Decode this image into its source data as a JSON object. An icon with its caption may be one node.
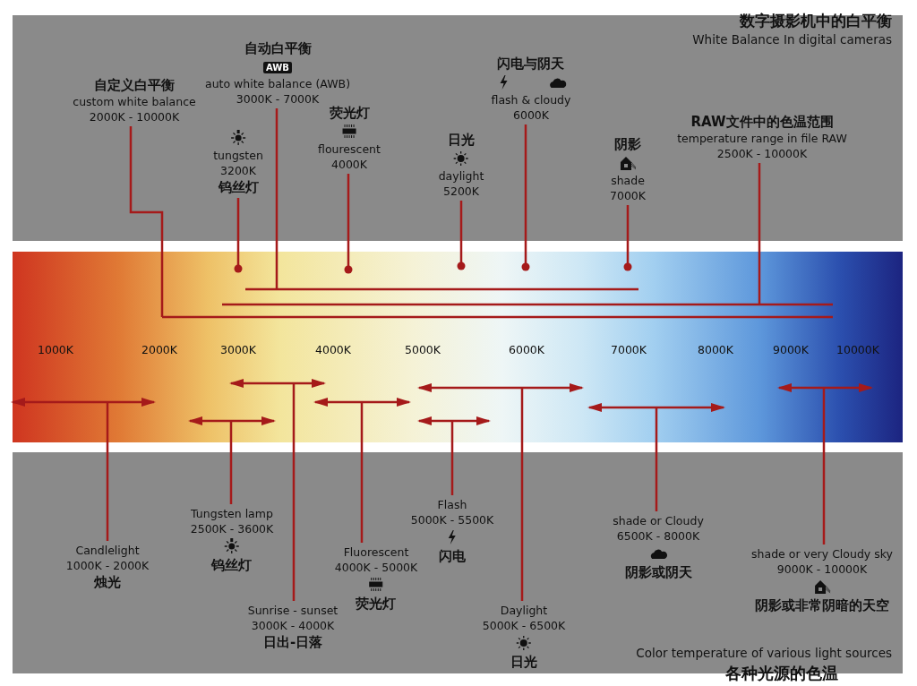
{
  "diagram": {
    "title": "数字摄影机中的白平衡",
    "nodes": [
      {
        "text": [
          "自定义白平衡",
          "custom white balance",
          "2000K - 10000K"
        ]
      },
      {
        "text": [
          "自动白平衡",
          "AWB",
          "auto white balance (AWB)",
          "3000K - 7000K"
        ]
      },
      {
        "text": [
          "tungsten",
          "3200K",
          "钨丝灯"
        ]
      },
      {
        "text": [
          "荧光灯",
          "flourescent",
          "4000K"
        ]
      },
      {
        "text": [
          "日光",
          "daylight",
          "5200K"
        ]
      },
      {
        "text": [
          "闪电与阴天",
          "flash & cloudy",
          "6000K"
        ]
      },
      {
        "text": [
          "阴影",
          "shade",
          "7000K"
        ]
      },
      {
        "text": [
          "RAW文件中的色温范围",
          "temperature range in file RAW",
          "2500K - 10000K"
        ]
      },
      {
        "text": [
          "Candlelight",
          "1000K - 2000K",
          "烛光"
        ]
      },
      {
        "text": [
          "Tungsten lamp",
          "2500K - 3600K",
          "钨丝灯"
        ]
      },
      {
        "text": [
          "Sunrise - sunset",
          "3000K - 4000K",
          "日出-日落"
        ]
      },
      {
        "text": [
          "Fluorescent",
          "4000K - 5000K",
          "荧光灯"
        ]
      },
      {
        "text": [
          "Flash",
          "5000K - 5500K",
          "闪电"
        ]
      },
      {
        "text": [
          "Daylight",
          "5000K - 6500K",
          "日光"
        ]
      },
      {
        "text": [
          "shade or  Cloudy",
          "6500K - 8000K",
          "阴影或阴天"
        ]
      },
      {
        "text": [
          "shade or very Cloudy sky",
          "9000K - 10000K",
          "阴影或非常阴暗的天空"
        ]
      }
    ],
    "edges": [
      {
        "from": 0,
        "to": null,
        "arrow": "none"
      },
      {
        "from": 1,
        "to": null,
        "arrow": "none"
      },
      {
        "from": 2,
        "to": null,
        "arrow": "other"
      },
      {
        "from": 3,
        "to": null,
        "arrow": "other"
      },
      {
        "from": 4,
        "to": null,
        "arrow": "other"
      },
      {
        "from": 5,
        "to": null,
        "arrow": "other"
      },
      {
        "from": 6,
        "to": null,
        "arrow": "other"
      },
      {
        "from": 7,
        "to": null,
        "arrow": "none"
      },
      {
        "from": 8,
        "to": null,
        "arrow": "none"
      },
      {
        "from": 9,
        "to": null,
        "arrow": "none"
      },
      {
        "from": 10,
        "to": null,
        "arrow": "none"
      },
      {
        "from": 11,
        "to": null,
        "arrow": "none"
      },
      {
        "from": 12,
        "to": null,
        "arrow": "none"
      },
      {
        "from": 13,
        "to": null,
        "arrow": "none"
      },
      {
        "from": 14,
        "to": null,
        "arrow": "none"
      },
      {
        "from": 15,
        "to": null,
        "arrow": "none"
      }
    ],
    "labels": [
      "White Balance In digital cameras",
      "1000K",
      "2000K",
      "3000K",
      "4000K",
      "5000K",
      "6000K",
      "7000K",
      "8000K",
      "9000K",
      "10000K",
      "Color temperature of various light sources",
      "各种光源的色温"
    ]
  }
}
